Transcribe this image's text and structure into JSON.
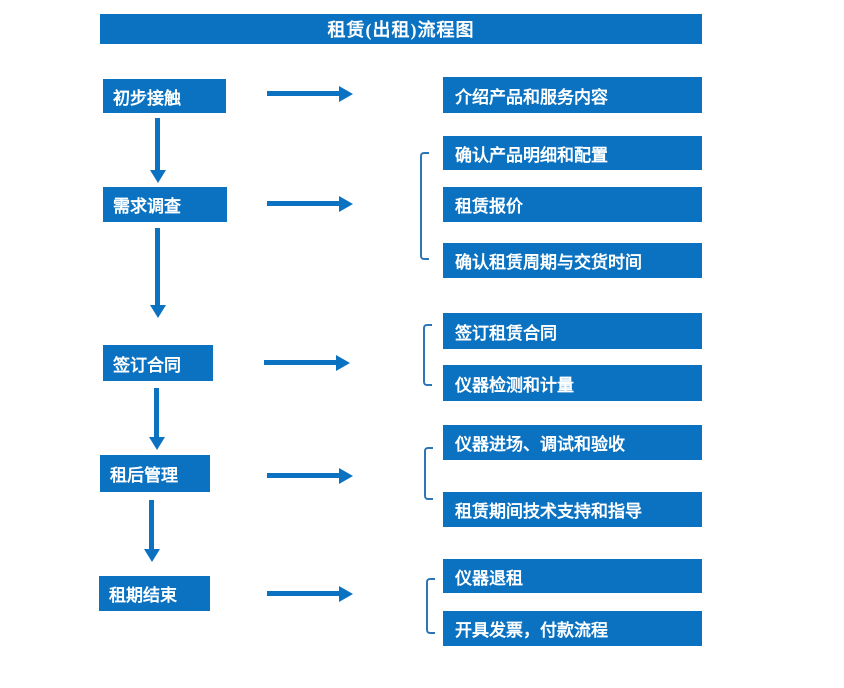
{
  "title": "租赁(出租)流程图",
  "colors": {
    "primary": "#0B72C1",
    "bracket": "#2E75B6",
    "text_on_primary": "#FFFFFF",
    "background": "#FFFFFF"
  },
  "steps": [
    {
      "label": "初步接触",
      "details": [
        "介绍产品和服务内容"
      ]
    },
    {
      "label": "需求调查",
      "details": [
        "确认产品明细和配置",
        "租赁报价",
        "确认租赁周期与交货时间"
      ]
    },
    {
      "label": "签订合同",
      "details": [
        "签订租赁合同",
        "仪器检测和计量"
      ]
    },
    {
      "label": "租后管理",
      "details": [
        "仪器进场、调试和验收",
        "租赁期间技术支持和指导"
      ]
    },
    {
      "label": "租期结束",
      "details": [
        "仪器退租",
        "开具发票，付款流程"
      ]
    }
  ]
}
